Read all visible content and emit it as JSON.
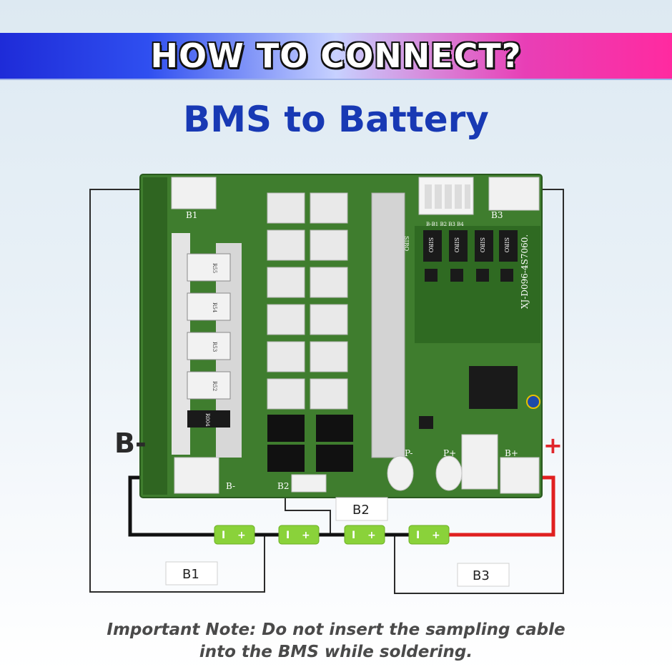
{
  "header": {
    "banner_title": "HOW TO CONNECT?",
    "subtitle": "BMS to Battery"
  },
  "board": {
    "pad_labels": [
      "B1",
      "B3",
      "B-",
      "B2",
      "P-",
      "P+",
      "B+"
    ],
    "silkscreen": {
      "model": "XJ-D096-4S7060.",
      "sampling_header": "B-B1 B2 B3 B4",
      "resistors": [
        "R55",
        "R54",
        "R53",
        "R52",
        "R004"
      ],
      "chip_marks": [
        "SIRO",
        "SIRO",
        "SIRO",
        "SIRO",
        "SIRO"
      ]
    }
  },
  "terminals": {
    "negative": "B-",
    "positive": "+"
  },
  "cells": [
    {
      "minus": "I",
      "plus": "+"
    },
    {
      "minus": "I",
      "plus": "+"
    },
    {
      "minus": "I",
      "plus": "+"
    },
    {
      "minus": "I",
      "plus": "+"
    }
  ],
  "wire_labels": [
    "B1",
    "B2",
    "B3"
  ],
  "colors": {
    "board_green": "#3f7d2e",
    "board_dark": "#2f6521",
    "cell_green": "#8ad23a",
    "wire_black": "#111111",
    "wire_red": "#e02020",
    "title_blue": "#1839b4"
  },
  "note": {
    "line1": "Important Note: Do not insert the sampling cable",
    "line2": "into the BMS while soldering."
  }
}
